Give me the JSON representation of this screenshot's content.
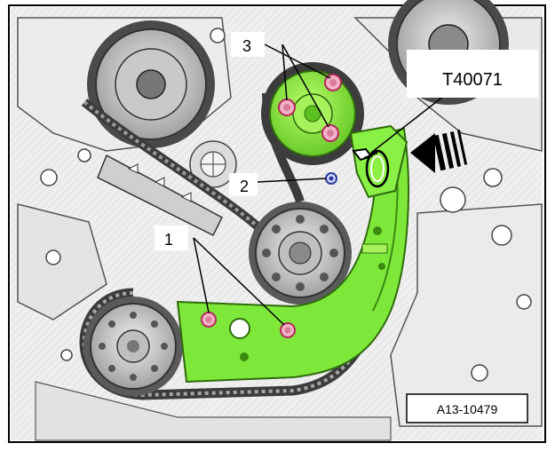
{
  "diagram": {
    "callouts": [
      {
        "id": "1",
        "text": "1"
      },
      {
        "id": "2",
        "text": "2"
      },
      {
        "id": "3",
        "text": "3"
      }
    ],
    "tool_label": "T40071",
    "figure_id": "A13-10479",
    "colors": {
      "part_highlight": "#7ee83a",
      "part_dark": "#3a8a10",
      "bolt": "#f2b2c6",
      "bolt_ring": "#b52a5a",
      "metal": "#d8d8d8",
      "metal_dark": "#8a8a8a",
      "chain": "#3c3c3c",
      "line": "#1a1a1a"
    },
    "icons": [
      "arrow-icon",
      "bolt-icon",
      "tool-hook-icon"
    ]
  }
}
